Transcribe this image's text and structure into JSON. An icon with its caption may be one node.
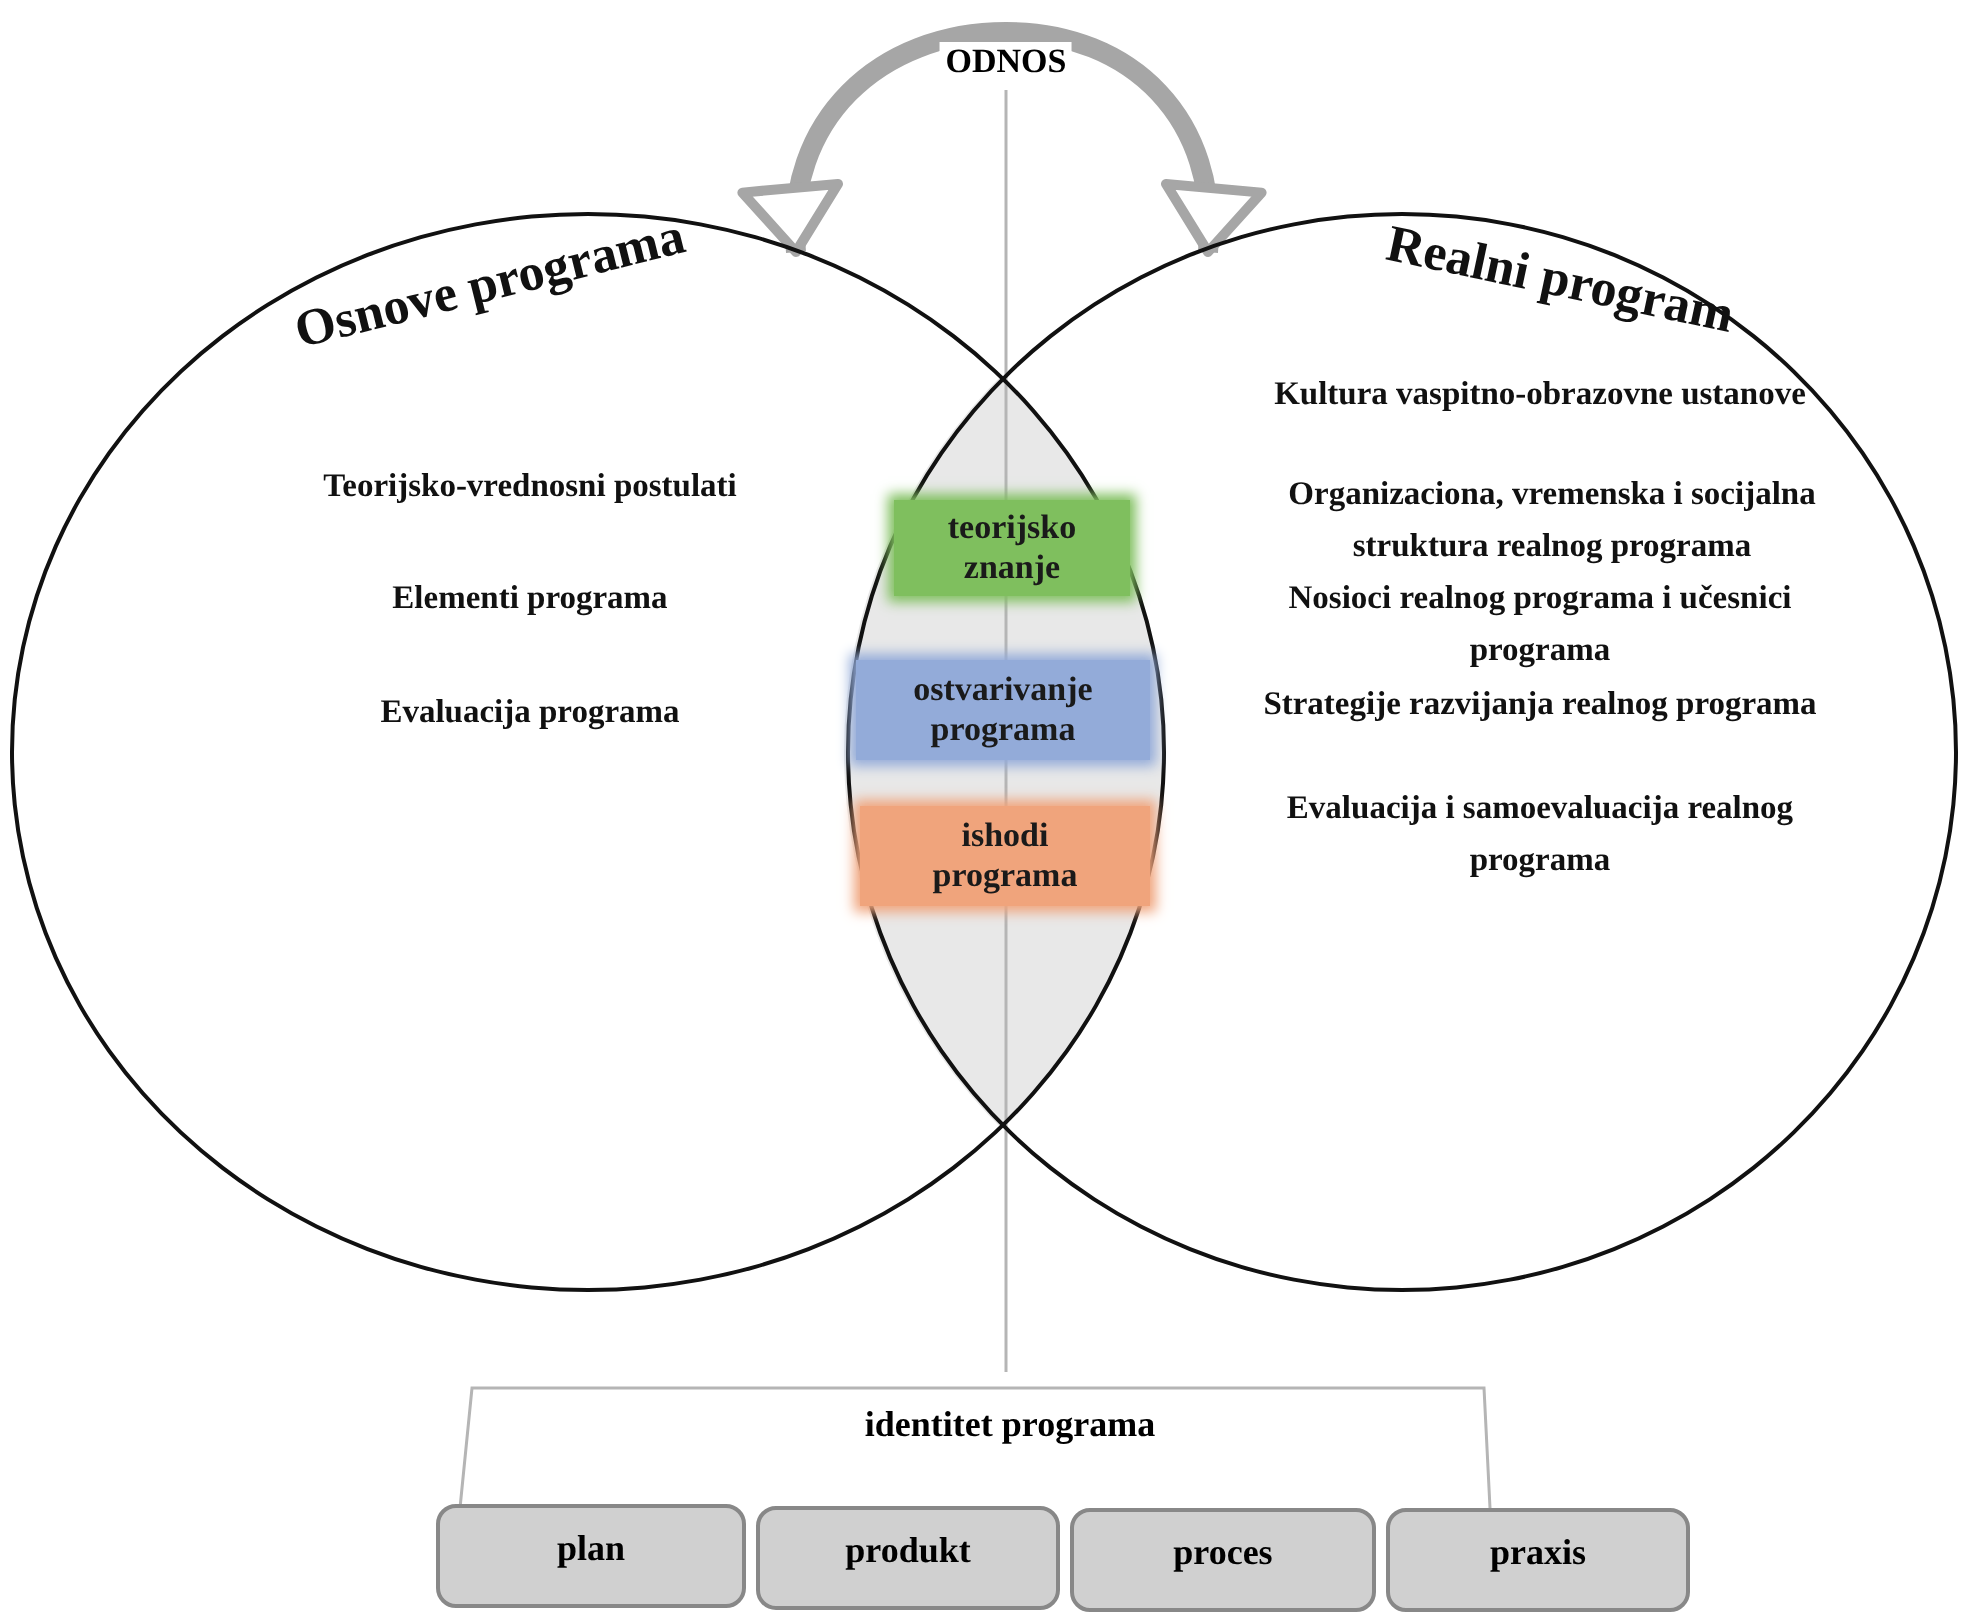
{
  "diagram": {
    "nodes": [
      {
        "text": [
          "Osnove programa",
          "Teorijsko-vrednosni postulati",
          "Elementi programa",
          "Evaluacija programa"
        ]
      },
      {
        "text": [
          "Realni program",
          "Kultura vaspitno-obrazovne ustanove",
          "Organizaciona, vremenska i socijalna struktura realnog programa",
          "Nosioci realnog programa i učesnici programa",
          "Strategije razvijanja realnog programa",
          "Evaluacija i samoevaluacija realnog programa"
        ]
      },
      {
        "text": [
          "teorijsko znanje"
        ]
      },
      {
        "text": [
          "ostvarivanje programa"
        ]
      },
      {
        "text": [
          "ishodi programa"
        ]
      },
      {
        "text": [
          "plan"
        ]
      },
      {
        "text": [
          "produkt"
        ]
      },
      {
        "text": [
          "proces"
        ]
      },
      {
        "text": [
          "praxis"
        ]
      }
    ],
    "edges": [
      {
        "from": 0,
        "to": 1,
        "arrow": "both",
        "label": "ODNOS"
      }
    ],
    "labels": [
      "identitet programa"
    ]
  }
}
